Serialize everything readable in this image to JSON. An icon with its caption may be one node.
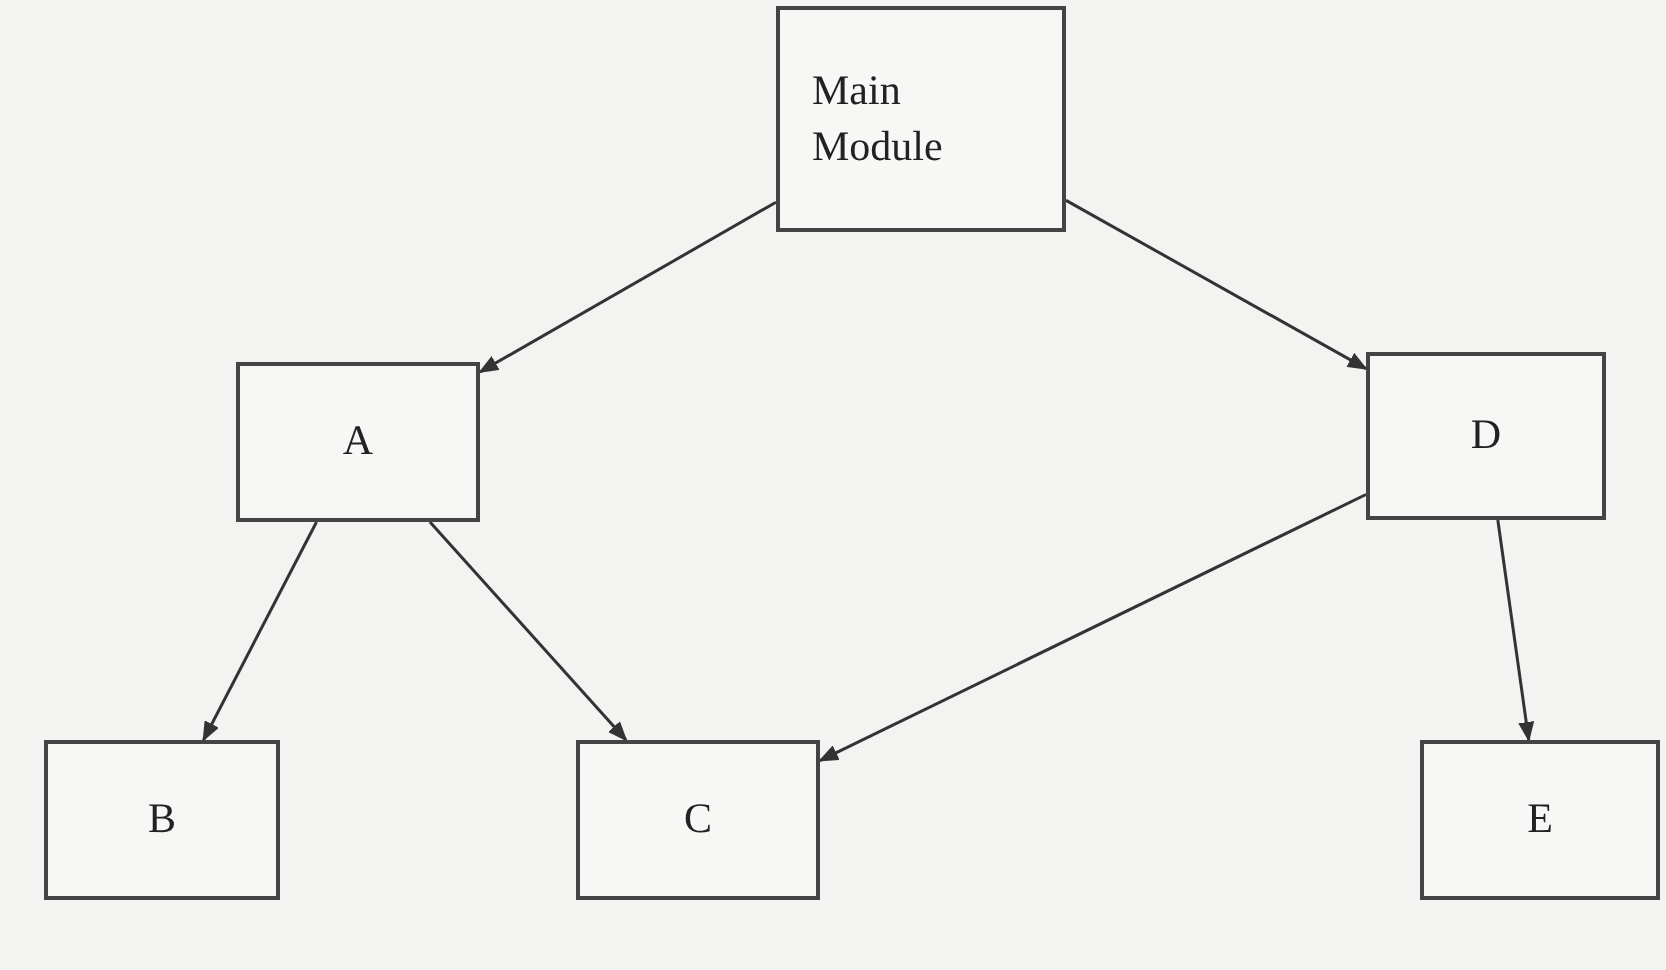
{
  "diagram": {
    "nodes": [
      {
        "text": [
          "Main Module"
        ]
      },
      {
        "text": [
          "A"
        ]
      },
      {
        "text": [
          "D"
        ]
      },
      {
        "text": [
          "B"
        ]
      },
      {
        "text": [
          "C"
        ]
      },
      {
        "text": [
          "E"
        ]
      }
    ],
    "edges": [
      {
        "from": 0,
        "to": 1,
        "arrow": "to"
      },
      {
        "from": 0,
        "to": 2,
        "arrow": "to"
      },
      {
        "from": 1,
        "to": 3,
        "arrow": "to"
      },
      {
        "from": 1,
        "to": 4,
        "arrow": "to"
      },
      {
        "from": 2,
        "to": 4,
        "arrow": "to"
      },
      {
        "from": 2,
        "to": 5,
        "arrow": "to"
      }
    ]
  }
}
